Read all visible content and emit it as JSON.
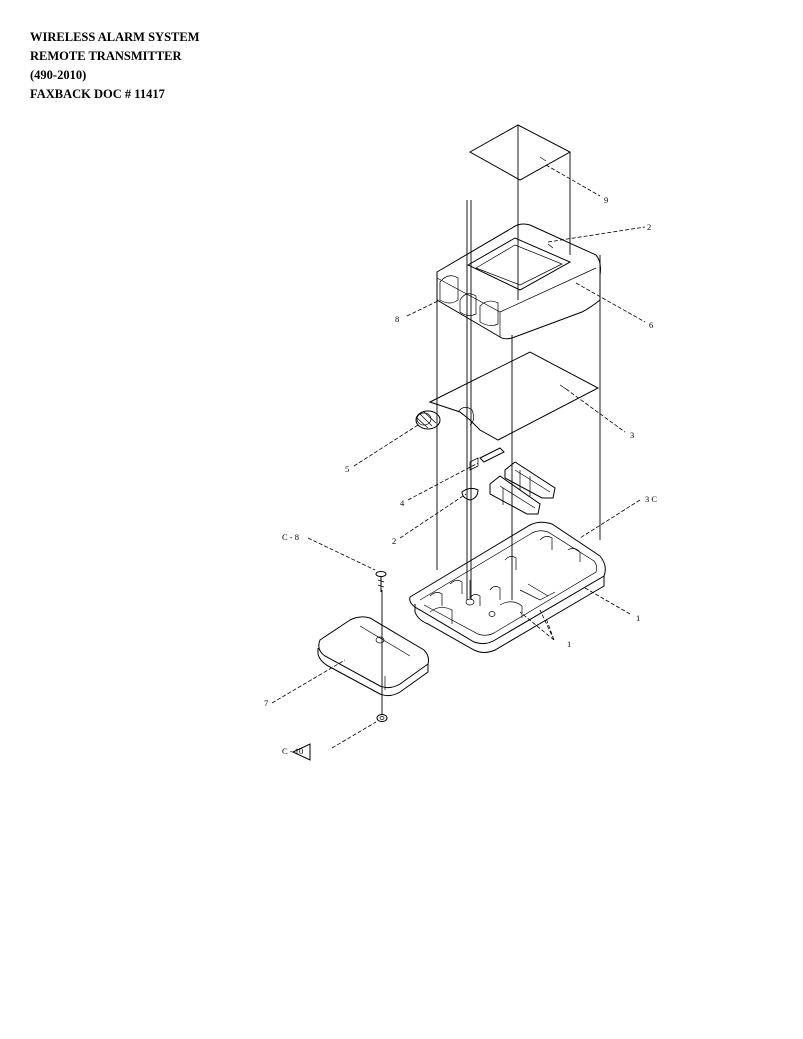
{
  "header": {
    "line1": "WIRELESS ALARM SYSTEM",
    "line2": "REMOTE TRANSMITTER",
    "line3": "(490-2010)",
    "line4": "FAXBACK DOC # 11417"
  },
  "callouts": {
    "c9": "9",
    "c2_top": "2",
    "c8": "8",
    "c6": "6",
    "c3": "3",
    "c5": "5",
    "c4": "4",
    "c2_mid": "2",
    "c3c": "3 C",
    "c_8": "C - 8",
    "c1_right": "1",
    "c1_bottom": "1",
    "c7": "7",
    "c_10": "C - 10"
  }
}
